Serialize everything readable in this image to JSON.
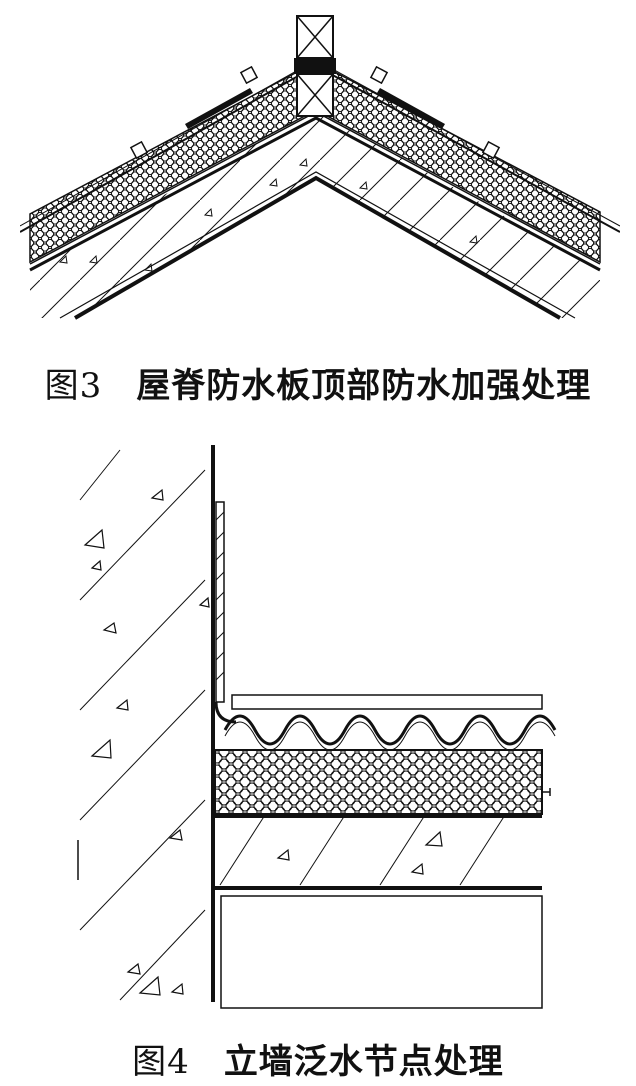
{
  "figures": [
    {
      "label": "图3",
      "title": "屋脊防水板顶部防水加强处理"
    },
    {
      "label": "图4",
      "title": "立墙泛水节点处理"
    }
  ]
}
